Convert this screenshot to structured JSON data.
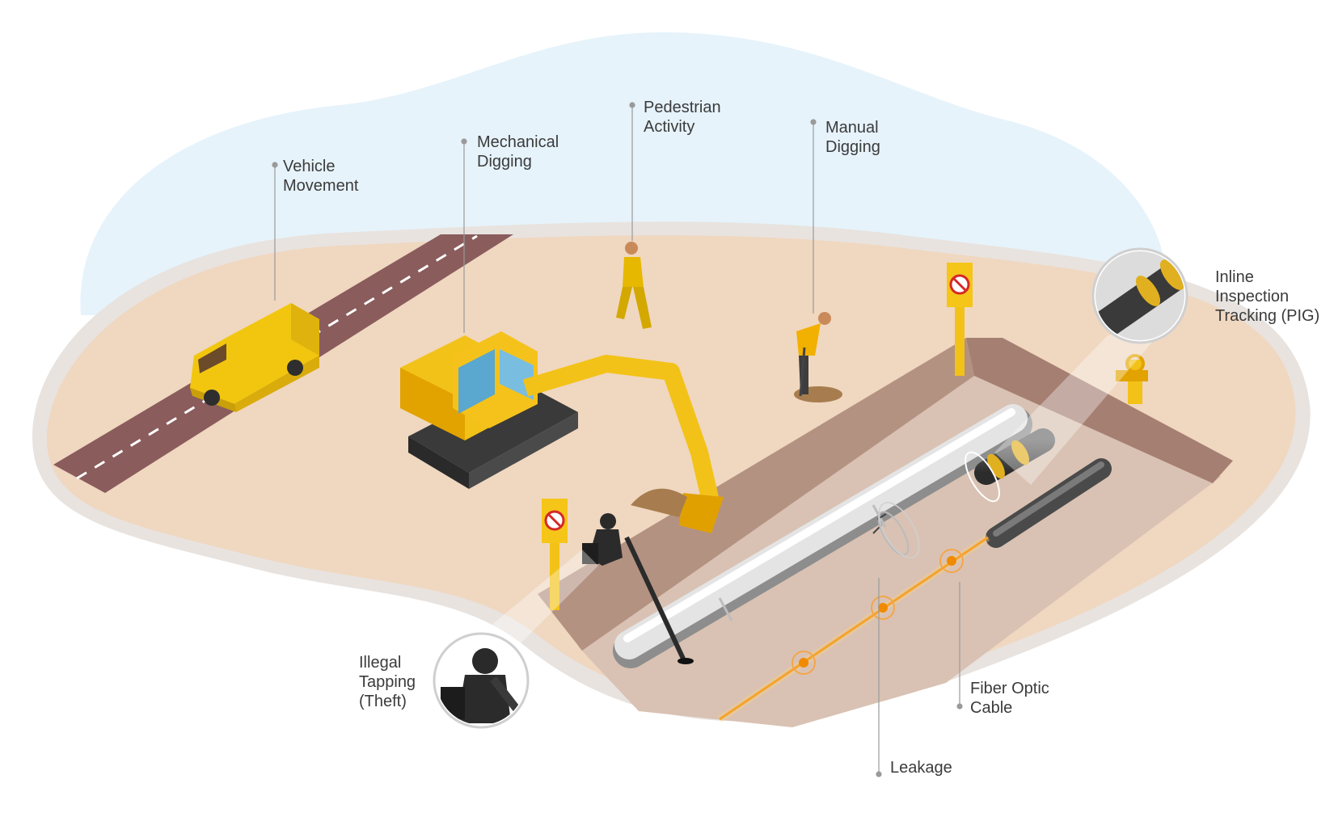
{
  "labels": {
    "vehicle_movement": "Vehicle\nMovement",
    "mechanical_digging": "Mechanical\nDigging",
    "pedestrian_activity": "Pedestrian\nActivity",
    "manual_digging": "Manual\nDigging",
    "inline_inspection": "Inline\nInspection\nTracking (PIG)",
    "illegal_tapping": "Illegal\nTapping\n(Theft)",
    "fiber_optic_cable": "Fiber Optic\nCable",
    "leakage": "Leakage"
  },
  "icons": {
    "van": "van-icon",
    "excavator": "excavator-icon",
    "pedestrian": "pedestrian-icon",
    "manual_digger": "manual-digger-icon",
    "warning_sign": "no-digging-sign-icon",
    "pig": "inspection-pig-icon",
    "thief": "thief-icon",
    "valve": "valve-icon"
  },
  "colors": {
    "sky": "#e6f3fb",
    "ground": "#f0d7c0",
    "road": "#8a5c5c",
    "trench": "#b79687",
    "accent_yellow": "#f5c518",
    "fiber_orange": "#f08a00"
  }
}
